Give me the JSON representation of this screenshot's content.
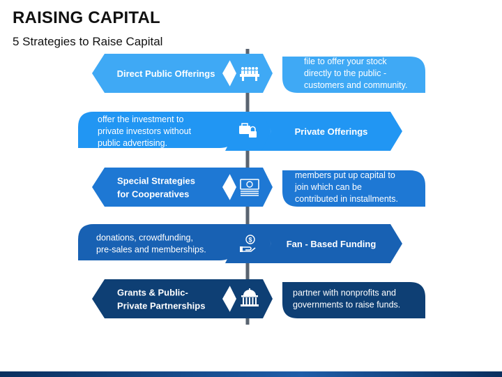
{
  "title": "RAISING CAPITAL",
  "subtitle": "5 Strategies to Raise Capital",
  "rows": [
    {
      "side": "left",
      "color": "#3fa9f5",
      "label_lines": [
        "Direct Public Offerings"
      ],
      "desc_lines": [
        "file to offer your stock",
        "directly to the public -",
        "customers and community."
      ],
      "icon": "people-table-icon"
    },
    {
      "side": "right",
      "color": "#2196f3",
      "label_lines": [
        "Private Offerings"
      ],
      "desc_lines": [
        "offer the investment to",
        "private investors without",
        "public advertising."
      ],
      "icon": "briefcase-lock-icon"
    },
    {
      "side": "left",
      "color": "#1e78d4",
      "label_lines": [
        "Special Strategies",
        "for Cooperatives"
      ],
      "desc_lines": [
        "members put up capital to",
        "join which can be",
        "contributed in installments."
      ],
      "icon": "cash-stack-icon"
    },
    {
      "side": "right",
      "color": "#1861b3",
      "label_lines": [
        "Fan - Based Funding"
      ],
      "desc_lines": [
        "donations, crowdfunding,",
        "pre-sales and memberships."
      ],
      "icon": "hand-coin-icon"
    },
    {
      "side": "left",
      "color": "#0e3f74",
      "label_lines": [
        "Grants & Public-",
        "Private Partnerships"
      ],
      "desc_lines": [
        "partner with nonprofits and",
        "governments to raise funds."
      ],
      "icon": "government-building-icon"
    }
  ]
}
